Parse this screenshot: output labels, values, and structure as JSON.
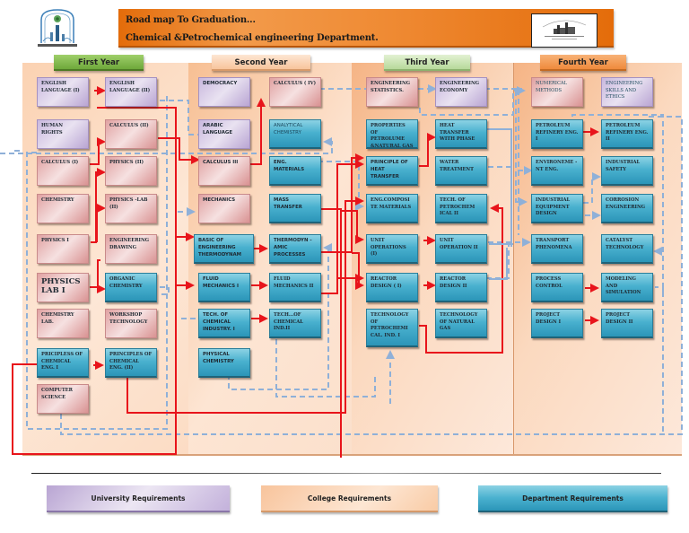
{
  "header": {
    "title": "Road map To Graduation...",
    "subtitle": "Chemical &Petrochemical engineering Department.",
    "logo_left": "college-of-engineering-logo",
    "logo_right": "department-logo"
  },
  "colors": {
    "university": "#c9b8de",
    "college": "#e0a2a2",
    "department": "#4ab1cf",
    "prerequisite_line": "#e8141b",
    "dashed_link": "#8fb0d8",
    "banner": "#e46c0a"
  },
  "years": [
    {
      "label": "First Year"
    },
    {
      "label": "Second Year"
    },
    {
      "label": "Third Year"
    },
    {
      "label": "Fourth Year"
    }
  ],
  "courses": {
    "y1": [
      {
        "label": "ENGLISH LANGUAGE (I)",
        "type": "university"
      },
      {
        "label": "ENGLISH LANGUAGE (II)",
        "type": "university"
      },
      {
        "label": "HUMAN RIGHTS",
        "type": "university"
      },
      {
        "label": "CALCULUS (II)",
        "type": "college"
      },
      {
        "label": "CALCULUS (I)",
        "type": "college"
      },
      {
        "label": "PHYSICS (II)",
        "type": "college"
      },
      {
        "label": "CHEMISTRY",
        "type": "college"
      },
      {
        "label": "PHYSICS -LAB (II)",
        "type": "college"
      },
      {
        "label": "PHYSICS I",
        "type": "college"
      },
      {
        "label": "ENGINEERING DRAWING",
        "type": "college"
      },
      {
        "label": "PHYSICS LAB I",
        "type": "college"
      },
      {
        "label": "ORGANIC CHEMISTRY",
        "type": "department"
      },
      {
        "label": "CHEMISTRY LAB.",
        "type": "college"
      },
      {
        "label": "WORKSHOP TECHNOLOGY",
        "type": "college"
      },
      {
        "label": "PRICIPLESS OF CHEMICAL ENG. I",
        "type": "department"
      },
      {
        "label": "PRINCIPLES OF CHEMICAL ENG. (II)",
        "type": "department"
      },
      {
        "label": "COMPUTER SCIENCE",
        "type": "college"
      }
    ],
    "y2": [
      {
        "label": "DEMOCRACY",
        "type": "university"
      },
      {
        "label": "CALCULUS ( IV)",
        "type": "college"
      },
      {
        "label": "ARABIC LANGUAGE",
        "type": "university"
      },
      {
        "label": "ANALYTICAL CHEMISTRY",
        "type": "department"
      },
      {
        "label": "CALCULUS III",
        "type": "college"
      },
      {
        "label": "ENG. MATERIALS",
        "type": "department"
      },
      {
        "label": "MECHANICS",
        "type": "college"
      },
      {
        "label": "MASS TRANSFER",
        "type": "department"
      },
      {
        "label": "BASIC OF ENGINEERING THERMODYNAM",
        "type": "department"
      },
      {
        "label": "THERMODYN -AMIC PROCESSES",
        "type": "department"
      },
      {
        "label": "FLUID MECHANICS I",
        "type": "department"
      },
      {
        "label": "FLUID MECHANICS II",
        "type": "department"
      },
      {
        "label": "TECH. OF CHEMICAL INDUSTRY. I",
        "type": "department"
      },
      {
        "label": "TECH...OF CHEMICAL IND.II",
        "type": "department"
      },
      {
        "label": "PHYSICAL CHEMISTRY",
        "type": "department"
      }
    ],
    "y3": [
      {
        "label": "ENGINEERING STATISTICS.",
        "type": "college"
      },
      {
        "label": "ENGINEERING ECONOMY",
        "type": "university"
      },
      {
        "label": "PROPERTIES OF PETROLUME &NATURAL GAS",
        "type": "department"
      },
      {
        "label": "HEAT TRANSFER WITH PHASE",
        "type": "department"
      },
      {
        "label": "PRINCIPLE OF HEAT TRANSFER",
        "type": "department"
      },
      {
        "label": "WATER TREATMENT",
        "type": "department"
      },
      {
        "label": "ENG.COMPOSI TE MATERIALS",
        "type": "department"
      },
      {
        "label": "TECH. OF PETROCHEM ICAL II",
        "type": "department"
      },
      {
        "label": "UNIT OPERATIONS (I)",
        "type": "department"
      },
      {
        "label": "UNIT OPERATION II",
        "type": "department"
      },
      {
        "label": "REACTOR DESIGN ( I)",
        "type": "department"
      },
      {
        "label": "REACTOR DESIGN II",
        "type": "department"
      },
      {
        "label": "TECHNOLOGY OF PETROCHEMI CAL. IND. I",
        "type": "department"
      },
      {
        "label": "TECHNOLOGY OF NATURAL GAS",
        "type": "department"
      }
    ],
    "y4": [
      {
        "label": "NUMERICAL METHODS",
        "type": "college"
      },
      {
        "label": "ENGINEERING SKILLS AND ETHICS",
        "type": "university"
      },
      {
        "label": "PETROLEUM REFINERY ENG. I",
        "type": "department"
      },
      {
        "label": "PETROLEUM REFINERY ENG. II",
        "type": "department"
      },
      {
        "label": "ENVIRONEME -NT ENG.",
        "type": "department"
      },
      {
        "label": "INDUSTRIAL SAFETY",
        "type": "department"
      },
      {
        "label": "INDUSTRIAL EQUIPMENT DESIGN",
        "type": "department"
      },
      {
        "label": "CORROSION ENGINEERING",
        "type": "department"
      },
      {
        "label": "TRANSPORT PHENOMENA",
        "type": "department"
      },
      {
        "label": "CATALYST TECHNOLOGY",
        "type": "department"
      },
      {
        "label": "PROCESS CONTROL",
        "type": "department"
      },
      {
        "label": "MODELING AND SIMULATION",
        "type": "department"
      },
      {
        "label": "PROJECT DESIGN I",
        "type": "department"
      },
      {
        "label": "PROJECT DESIGN II",
        "type": "department"
      }
    ]
  },
  "legend": [
    {
      "label": "University Requirements",
      "type": "university"
    },
    {
      "label": "College Requirements",
      "type": "college"
    },
    {
      "label": "Department Requirements",
      "type": "department"
    }
  ]
}
